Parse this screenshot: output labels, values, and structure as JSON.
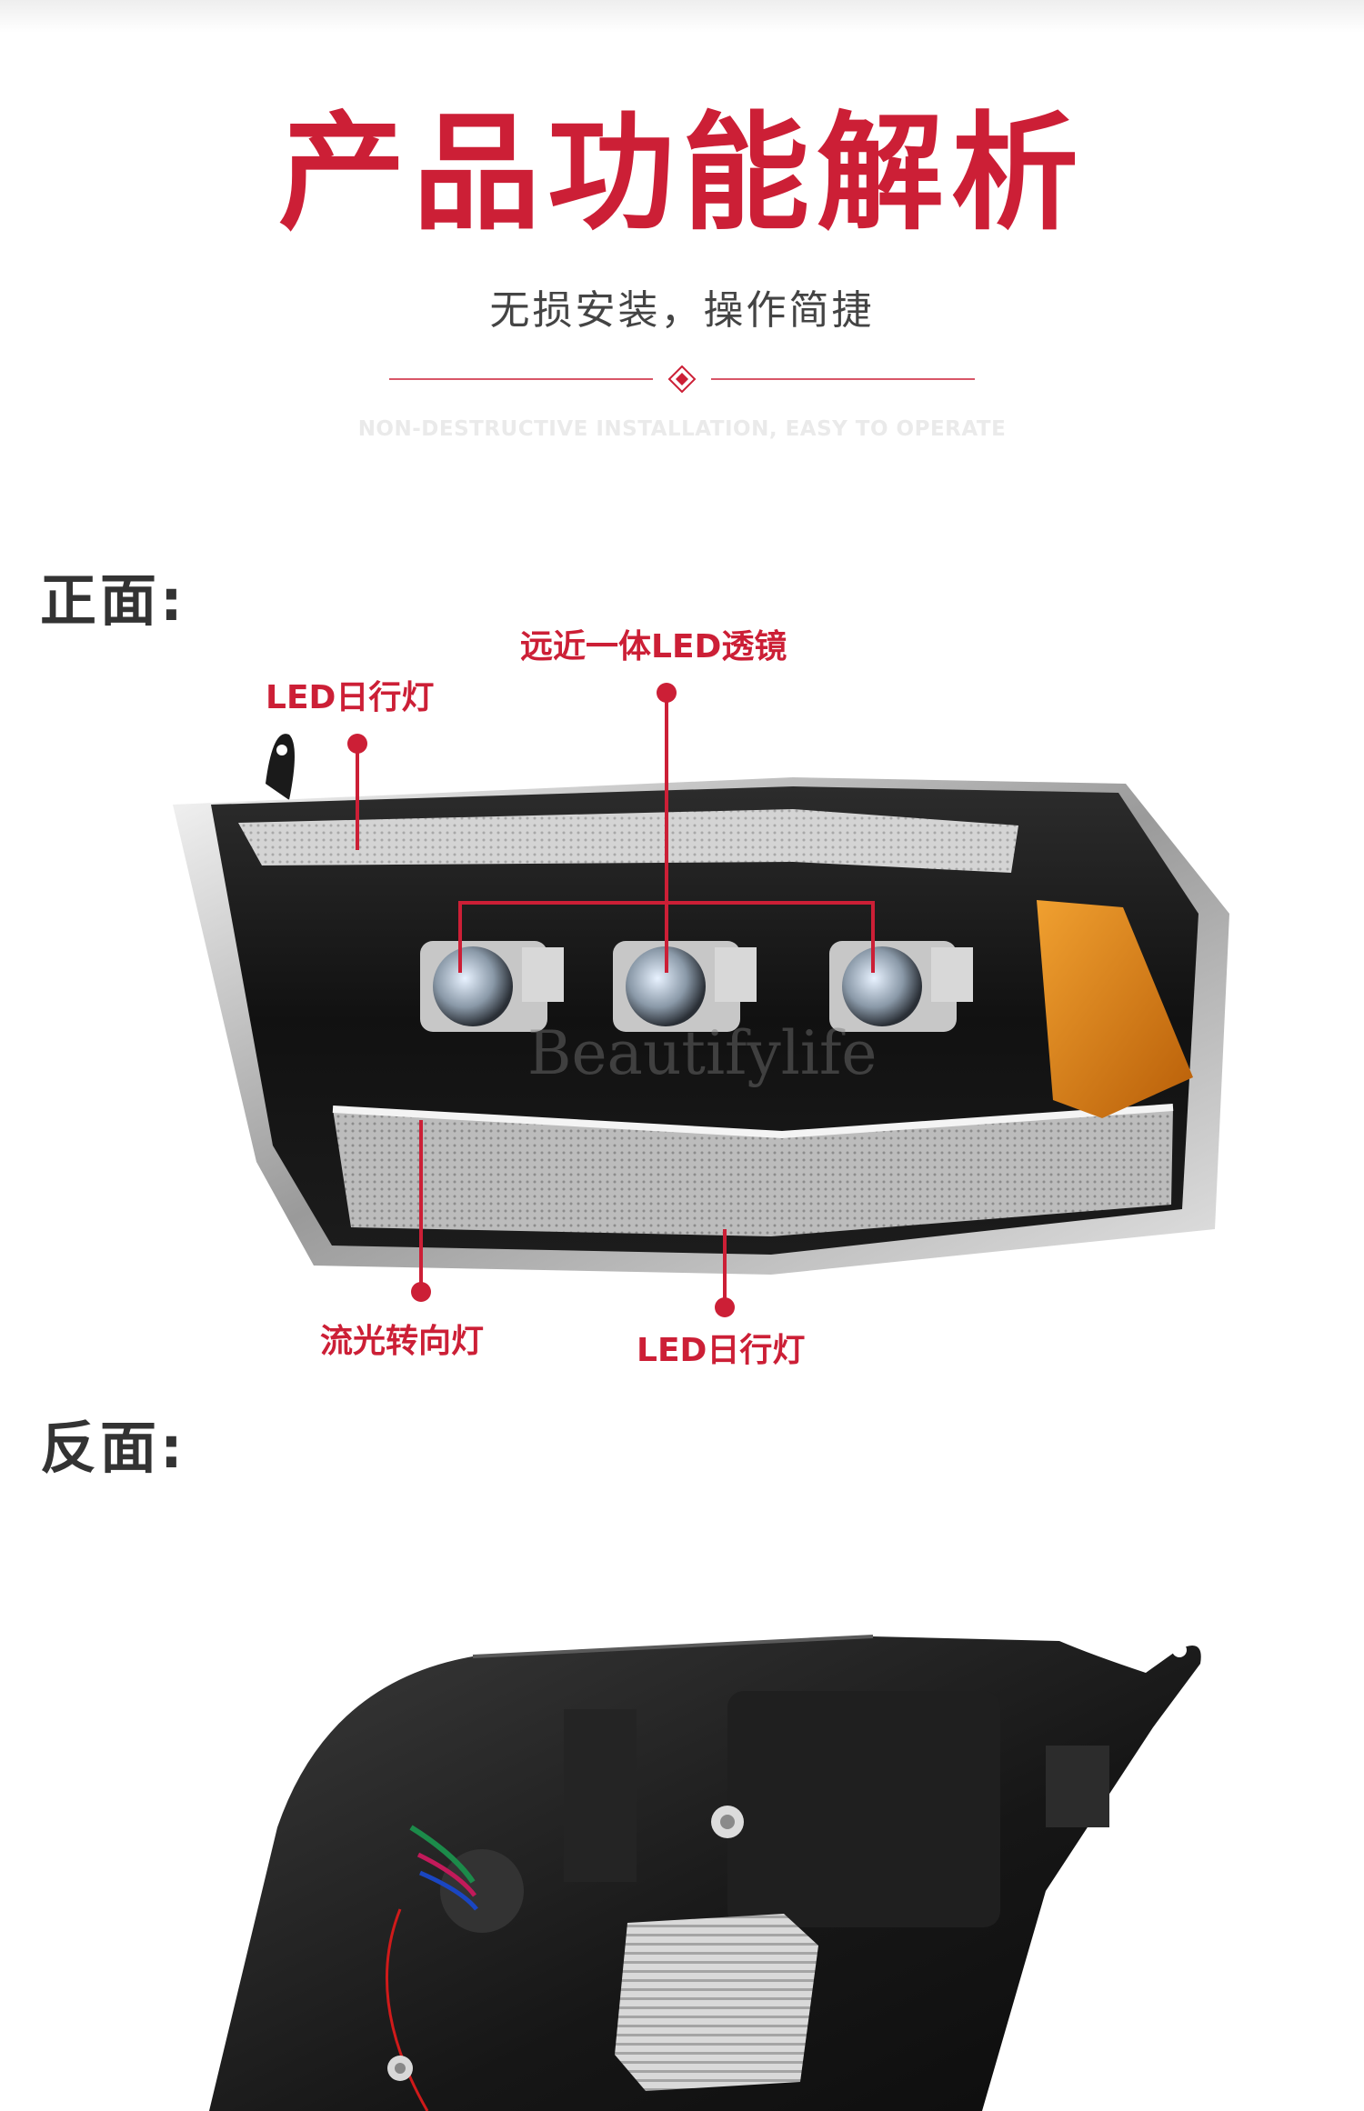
{
  "header": {
    "title": "产品功能解析",
    "subtitle": "无损安装，操作简捷",
    "subtitle_en": "NON-DESTRUCTIVE INSTALLATION, EASY TO OPERATE"
  },
  "sections": {
    "front": {
      "heading": "正面:",
      "callouts": {
        "lens": "远近一体LED透镜",
        "drl_top": "LED日行灯",
        "turn_signal": "流光转向灯",
        "drl_bottom": "LED日行灯"
      },
      "watermark": "Beautifylife"
    },
    "back": {
      "heading": "反面:"
    }
  },
  "colors": {
    "accent": "#cc1f36",
    "heading": "#333333",
    "subtitle": "#444444"
  }
}
